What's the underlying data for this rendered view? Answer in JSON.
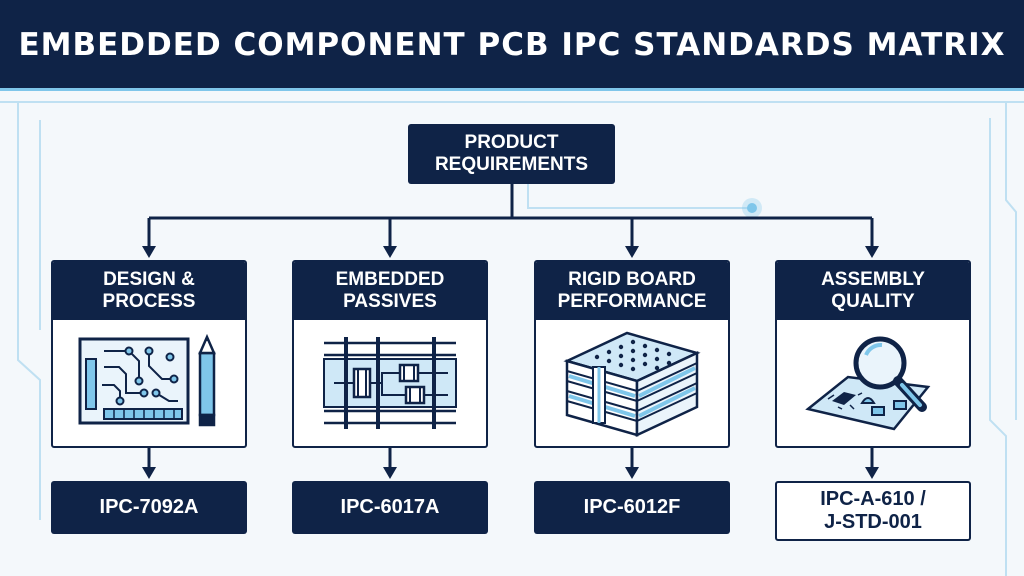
{
  "header": {
    "title": "EMBEDDED COMPONENT PCB IPC STANDARDS MATRIX"
  },
  "root": {
    "line1": "PRODUCT",
    "line2": "REQUIREMENTS"
  },
  "categories": [
    {
      "line1": "DESIGN &",
      "line2": "PROCESS",
      "icon": "pcb-layout-icon",
      "standard_line1": "IPC-7092A",
      "standard_line2": ""
    },
    {
      "line1": "EMBEDDED",
      "line2": "PASSIVES",
      "icon": "embedded-passives-icon",
      "standard_line1": "IPC-6017A",
      "standard_line2": ""
    },
    {
      "line1": "RIGID BOARD",
      "line2": "PERFORMANCE",
      "icon": "layer-stack-icon",
      "standard_line1": "IPC-6012F",
      "standard_line2": ""
    },
    {
      "line1": "ASSEMBLY",
      "line2": "QUALITY",
      "icon": "magnifier-icon",
      "standard_line1": "IPC-A-610 /",
      "standard_line2": "J-STD-001"
    }
  ],
  "colors": {
    "navy": "#0f2347",
    "accent": "#7fc6ea",
    "light_blue": "#cfe8f7",
    "background": "#f4f8fb"
  }
}
